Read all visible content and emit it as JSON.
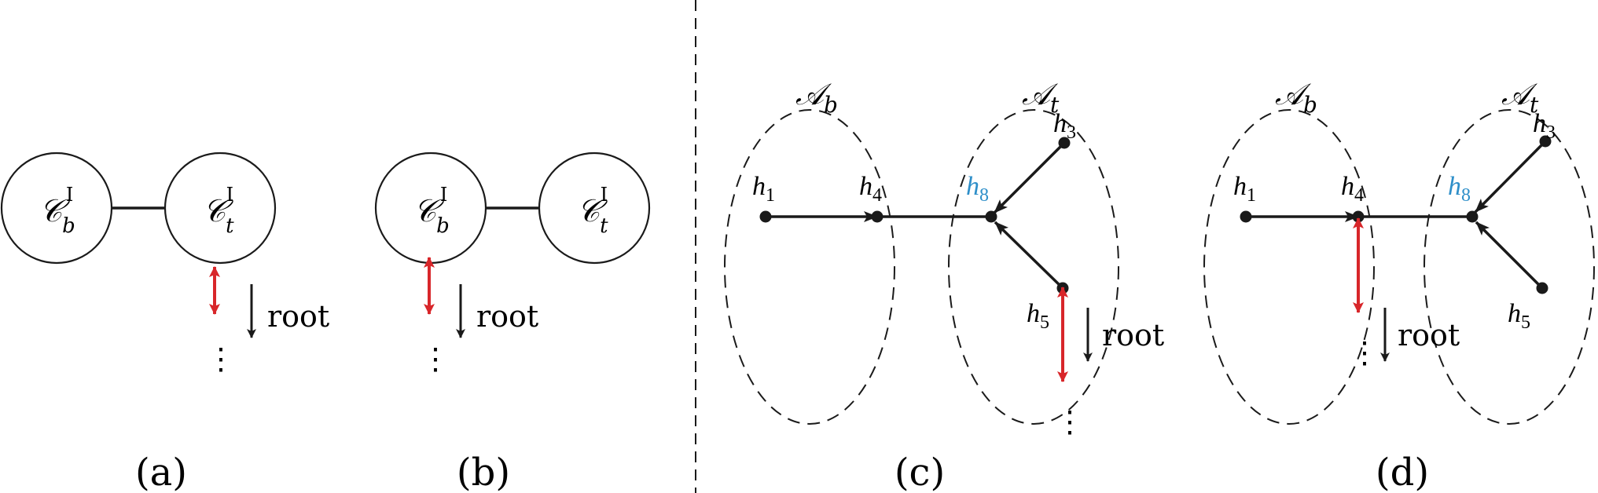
{
  "colors": {
    "stroke": "#1a1a1a",
    "red_arrow": "#d8262a",
    "blue_label": "#2e8fc9",
    "background": "#ffffff"
  },
  "panels": {
    "a": {
      "caption": "(a)",
      "node_left": {
        "base": "𝒞",
        "sub": "b",
        "sup": "I"
      },
      "node_right": {
        "base": "𝒞",
        "sub": "t",
        "sup": "I"
      },
      "root_label": "root",
      "ellipsis": "⋮"
    },
    "b": {
      "caption": "(b)",
      "node_left": {
        "base": "𝒞",
        "sub": "b",
        "sup": "I"
      },
      "node_right": {
        "base": "𝒞",
        "sub": "t",
        "sup": "I"
      },
      "root_label": "root",
      "ellipsis": "⋮"
    },
    "c": {
      "caption": "(c)",
      "set_left": {
        "base": "𝒜",
        "sub": "b"
      },
      "set_right": {
        "base": "𝒜",
        "sub": "t"
      },
      "h1": {
        "base": "h",
        "sub": "1"
      },
      "h3": {
        "base": "h",
        "sub": "3"
      },
      "h4": {
        "base": "h",
        "sub": "4"
      },
      "h5": {
        "base": "h",
        "sub": "5"
      },
      "h8": {
        "base": "h",
        "sub": "8"
      },
      "root_label": "root",
      "ellipsis": "⋮"
    },
    "d": {
      "caption": "(d)",
      "set_left": {
        "base": "𝒜",
        "sub": "b"
      },
      "set_right": {
        "base": "𝒜",
        "sub": "t"
      },
      "h1": {
        "base": "h",
        "sub": "1"
      },
      "h3": {
        "base": "h",
        "sub": "3"
      },
      "h4": {
        "base": "h",
        "sub": "4"
      },
      "h5": {
        "base": "h",
        "sub": "5"
      },
      "h8": {
        "base": "h",
        "sub": "8"
      },
      "root_label": "root",
      "ellipsis": "⋮"
    }
  }
}
